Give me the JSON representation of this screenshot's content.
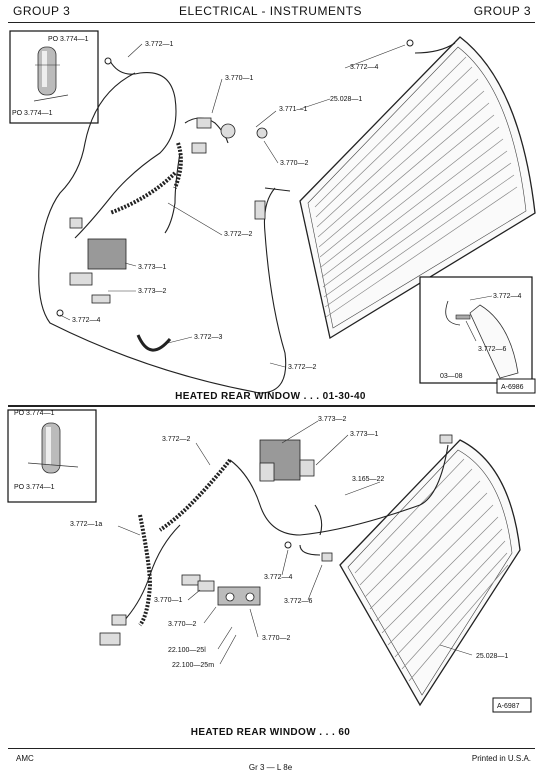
{
  "header": {
    "group_left": "GROUP 3",
    "title": "ELECTRICAL - INSTRUMENTS",
    "group_right": "GROUP 3"
  },
  "diagram_top": {
    "caption": "HEATED REAR WINDOW . . . 01-30-40",
    "figure_id": "A-6986",
    "inset_code": "03—08",
    "labels": {
      "po_upper": "PO 3.774—1",
      "po_lower": "PO 3.774—1",
      "p3772_1": "3.772—1",
      "p3772_4_top": "3.772—4",
      "p3770_1": "3.770—1",
      "p3771_1": "3.771—1",
      "p25028_1": "25.028—1",
      "p3770_2": "3.770—2",
      "p3772_2_mid": "3.772—2",
      "p3773_1": "3.773—1",
      "p3773_2": "3.773—2",
      "p3772_4_left": "3.772—4",
      "p3772_3": "3.772—3",
      "p3772_2_bottom": "3.772—2",
      "inset_3772_4": "3.772—4",
      "inset_3772_6": "3.772—6"
    }
  },
  "diagram_bottom": {
    "caption": "HEATED REAR WINDOW . . . 60",
    "figure_id": "A-6987",
    "labels": {
      "po_upper": "PO 3.774—1",
      "po_lower": "PO 3.774—1",
      "p3773_2": "3.773—2",
      "p3773_1": "3.773—1",
      "p3772_2": "3.772—2",
      "p3165_22": "3.165—22",
      "p3772_1a": "3.772—1a",
      "p3772_4": "3.772—4",
      "p3772_6": "3.772—6",
      "p3770_1": "3.770—1",
      "p3770_2_left": "3.770—2",
      "p3770_2_right": "3.770—2",
      "p22100_25l": "22.100—25l",
      "p22100_25m": "22.100—25m",
      "p25028_1": "25.028—1"
    }
  },
  "footer": {
    "left": "AMC",
    "center": "Gr 3 — L 8e",
    "right": "Printed in U.S.A."
  }
}
